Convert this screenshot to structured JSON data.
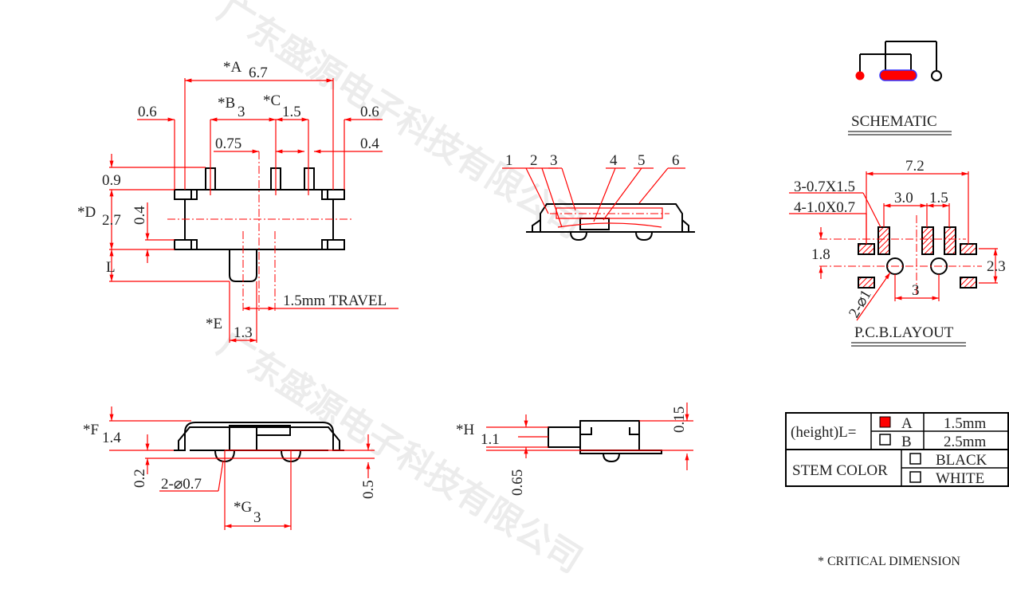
{
  "watermark": "广东盛源电子科技有限公司",
  "top_view": {
    "dim_a": "*A",
    "dim_a_val": "6.7",
    "dim_b": "*B",
    "dim_b_val": "3",
    "dim_c": "*C",
    "dim_c_val": "1.5",
    "left_06": "0.6",
    "right_06": "0.6",
    "pin_075": "0.75",
    "pin_04": "0.4",
    "h_09": "0.9",
    "dim_d": "*D",
    "dim_d_val": "2.7",
    "v_04": "0.4",
    "dim_l": "L",
    "travel": "1.5mm TRAVEL",
    "dim_e": "*E",
    "dim_e_val": "1.3"
  },
  "front_view": {
    "pins": [
      "1",
      "2",
      "3",
      "4",
      "5",
      "6"
    ]
  },
  "side_view": {
    "dim_f": "*F",
    "dim_f_val": "1.4",
    "v_02": "0.2",
    "holes": "2-⌀0.7",
    "dim_g": "*G",
    "dim_g_val": "3",
    "v_05": "0.5"
  },
  "end_view": {
    "dim_h": "*H",
    "dim_h_val": "1.1",
    "v_015": "0.15",
    "v_065": "0.65"
  },
  "schematic": {
    "title": "SCHEMATIC"
  },
  "pcb": {
    "title": "P.C.B.LAYOUT",
    "w_72": "7.2",
    "pad_a": "3-0.7X1.5",
    "pad_b": "4-1.0X0.7",
    "d_30": "3.0",
    "d_15": "1.5",
    "d_18": "1.8",
    "d_23": "2.3",
    "d_3": "3",
    "holes": "2-⌀1"
  },
  "table": {
    "height_label": "(height)L=",
    "rows": [
      {
        "option": "A",
        "value": "1.5mm",
        "checked": true
      },
      {
        "option": "B",
        "value": "2.5mm",
        "checked": false
      }
    ],
    "stem_label": "STEM COLOR",
    "colors": [
      {
        "label": "BLACK"
      },
      {
        "label": "WHITE"
      }
    ],
    "check_color": "#ff0000"
  },
  "footnote": "* CRITICAL  DIMENSION"
}
